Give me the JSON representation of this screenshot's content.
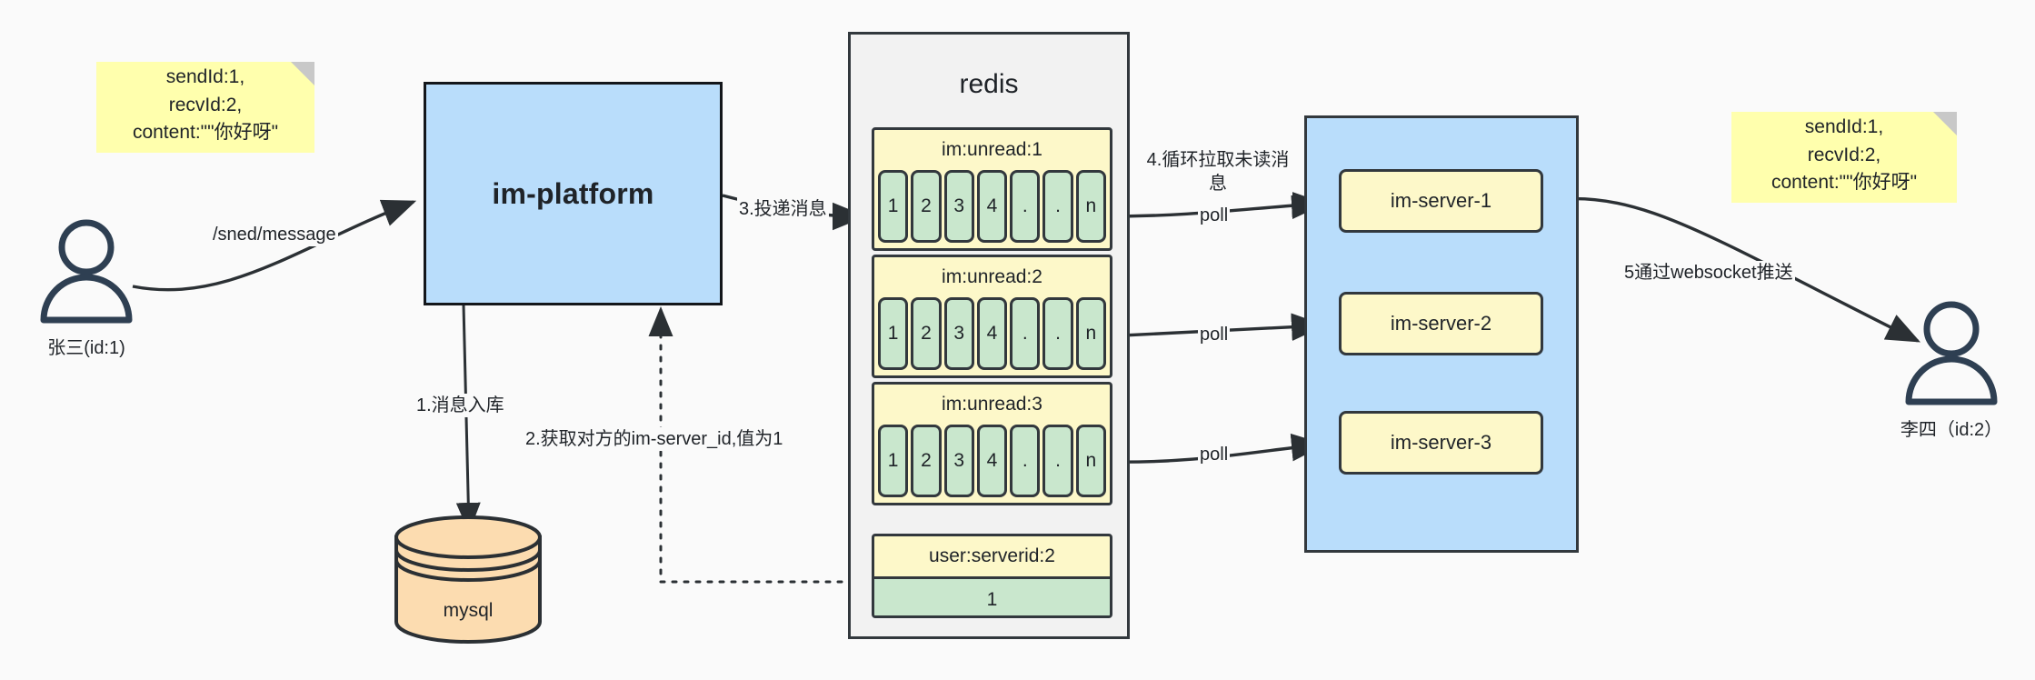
{
  "diagram": {
    "title": "IM message delivery architecture",
    "colors": {
      "canvas_bg": "#fafafa",
      "sticky_yellow": "#ffffad",
      "node_blue": "#b9ddfb",
      "node_yellow": "#fdf8c9",
      "cell_green": "#c9e7cd",
      "db_orange": "#fcdcb0",
      "container_gray": "#f2f2f2",
      "stroke_dark": "#32383d",
      "actor_navy": "#2e3f52"
    }
  },
  "sticky_notes": [
    {
      "id": "sticky-left",
      "text": "sendId:1,\nrecvId:2,\ncontent:\"\"你好呀\""
    },
    {
      "id": "sticky-right",
      "text": "sendId:1,\nrecvId:2,\ncontent:\"\"你好呀\""
    }
  ],
  "actors": [
    {
      "id": "sender",
      "caption": "张三(id:1)"
    },
    {
      "id": "receiver",
      "caption": "李四（id:2）"
    }
  ],
  "platform": {
    "label": "im-platform"
  },
  "database": {
    "label": "mysql"
  },
  "redis": {
    "title": "redis",
    "queues": [
      {
        "key": "im:unread:1",
        "cells": [
          "1",
          "2",
          "3",
          "4",
          ".",
          ".",
          "n"
        ]
      },
      {
        "key": "im:unread:2",
        "cells": [
          "1",
          "2",
          "3",
          "4",
          ".",
          ".",
          "n"
        ]
      },
      {
        "key": "im:unread:3",
        "cells": [
          "1",
          "2",
          "3",
          "4",
          ".",
          ".",
          "n"
        ]
      }
    ],
    "kv": {
      "key": "user:serverid:2",
      "value": "1"
    }
  },
  "cluster": {
    "servers": [
      {
        "label": "im-server-1"
      },
      {
        "label": "im-server-2"
      },
      {
        "label": "im-server-3"
      }
    ]
  },
  "edge_labels": {
    "send_message": "/sned/message",
    "step1": "1.消息入库",
    "step2": "2.获取对方的im-server_id,值为1",
    "step3": "3.投递消息",
    "step4": "4.循环拉取未读消息",
    "step5": "5通过websocket推送",
    "poll1": "poll",
    "poll2": "poll",
    "poll3": "poll"
  }
}
